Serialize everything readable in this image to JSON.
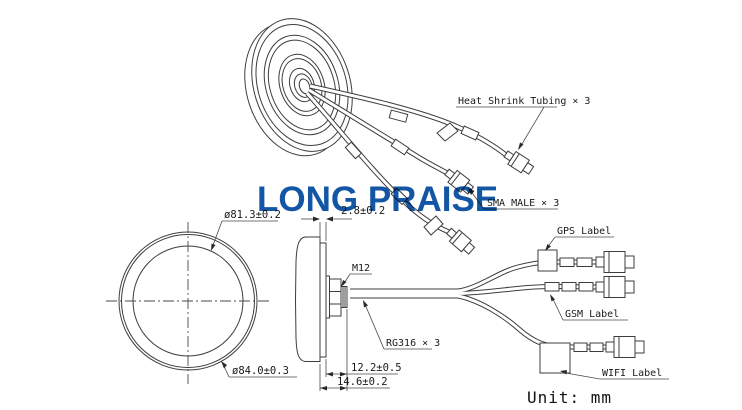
{
  "brand": {
    "watermark": "LONG PRAISE",
    "color": "#1356a5"
  },
  "drawing": {
    "unit_note": "Unit: mm",
    "line_color": "#3d3d3d",
    "iso_view": {
      "heat_shrink": "Heat Shrink Tubing × 3",
      "sma_male": "SMA MALE × 3"
    },
    "top_view": {
      "inner_diameter": "ø81.3±0.2",
      "outer_diameter": "ø84.0±0.3"
    },
    "side_view": {
      "thread": "M12",
      "cable_type": "RG316 × 3",
      "lip_thickness": "2.8±0.2",
      "stud_length": "12.2±0.5",
      "stud_total_length": "14.6±0.2"
    },
    "cable_tags": {
      "gps": "GPS Label",
      "gsm": "GSM Label",
      "wifi": "WIFI Label"
    }
  }
}
